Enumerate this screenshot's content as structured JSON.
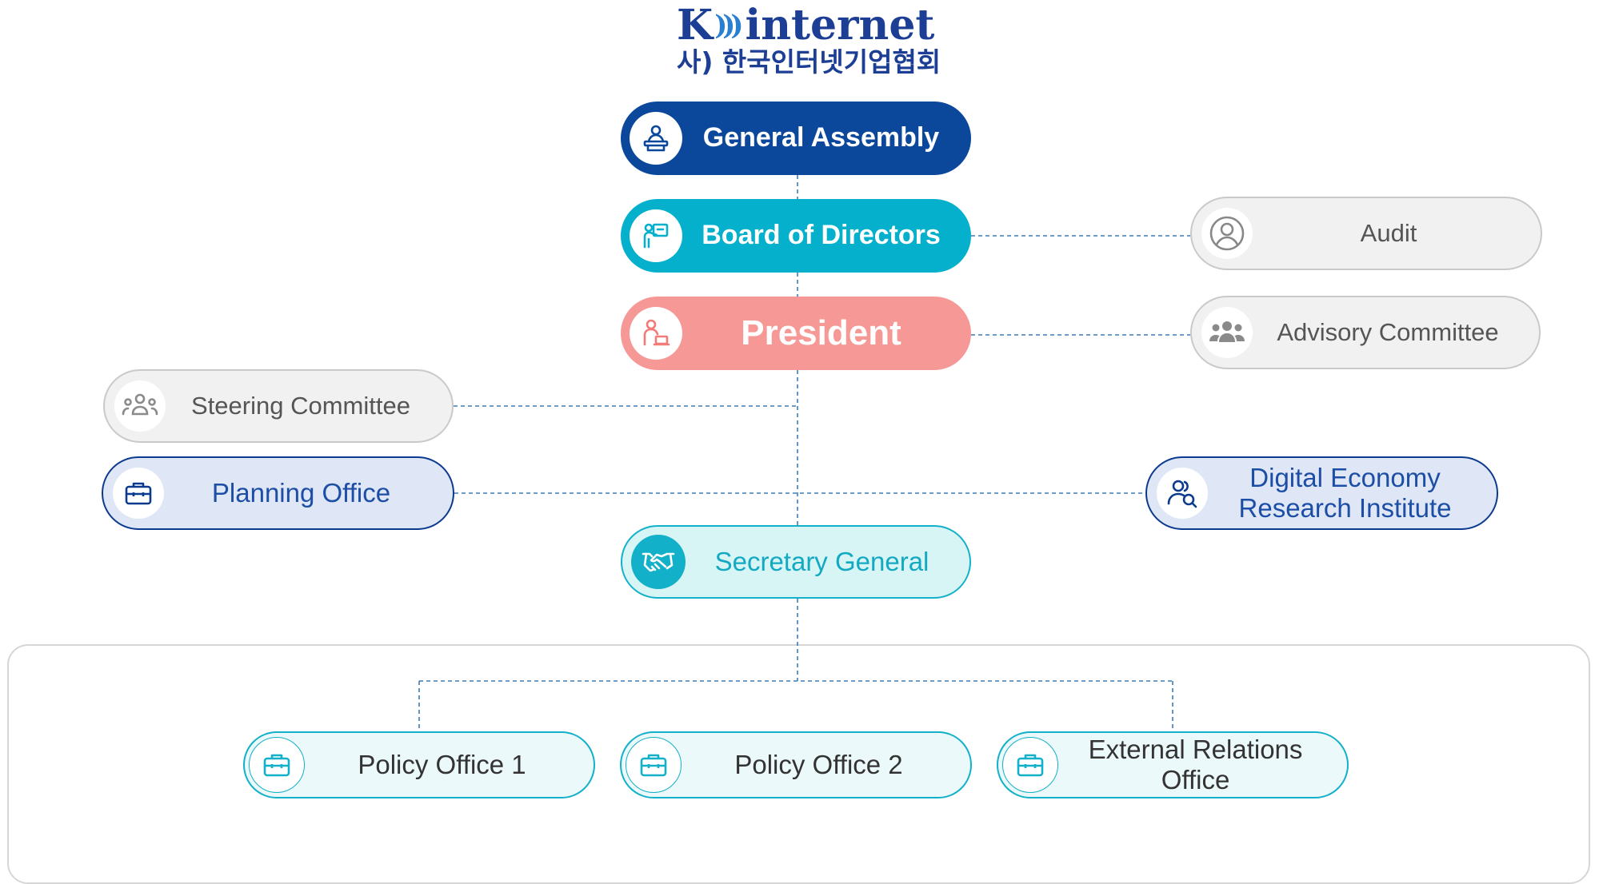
{
  "logo": {
    "brand_k": "K",
    "brand_word": "internet",
    "org_name": "사) 한국인터넷기업협회"
  },
  "nodes": {
    "general_assembly": {
      "label": "General Assembly",
      "icon": "podium-speaker-icon"
    },
    "board_of_directors": {
      "label": "Board of Directors",
      "icon": "presenter-board-icon"
    },
    "president": {
      "label": "President",
      "icon": "executive-laptop-icon"
    },
    "audit": {
      "label": "Audit",
      "icon": "user-circle-icon"
    },
    "advisory_committee": {
      "label": "Advisory Committee",
      "icon": "group-icon"
    },
    "steering_committee": {
      "label": "Steering Committee",
      "icon": "group-icon"
    },
    "planning_office": {
      "label": "Planning Office",
      "icon": "briefcase-icon"
    },
    "research_institute": {
      "label_line1": "Digital Economy",
      "label_line2": "Research Institute",
      "icon": "user-search-icon"
    },
    "secretary_general": {
      "label": "Secretary General",
      "icon": "handshake-icon"
    },
    "policy_office_1": {
      "label": "Policy Office 1",
      "icon": "briefcase-icon"
    },
    "policy_office_2": {
      "label": "Policy Office 2",
      "icon": "briefcase-icon"
    },
    "external_relations": {
      "label_line1": "External Relations",
      "label_line2": "Office",
      "icon": "briefcase-icon"
    }
  },
  "colors": {
    "general_assembly": "#0b479b",
    "board_of_directors": "#05b0cc",
    "president": "#f69895",
    "grey_node": "#f1f1f1",
    "blue_node": "#dfe6f5",
    "secretary_general": "#d8f5f6",
    "office_node": "#ecf9fa",
    "connector": "#3f7bb5"
  }
}
